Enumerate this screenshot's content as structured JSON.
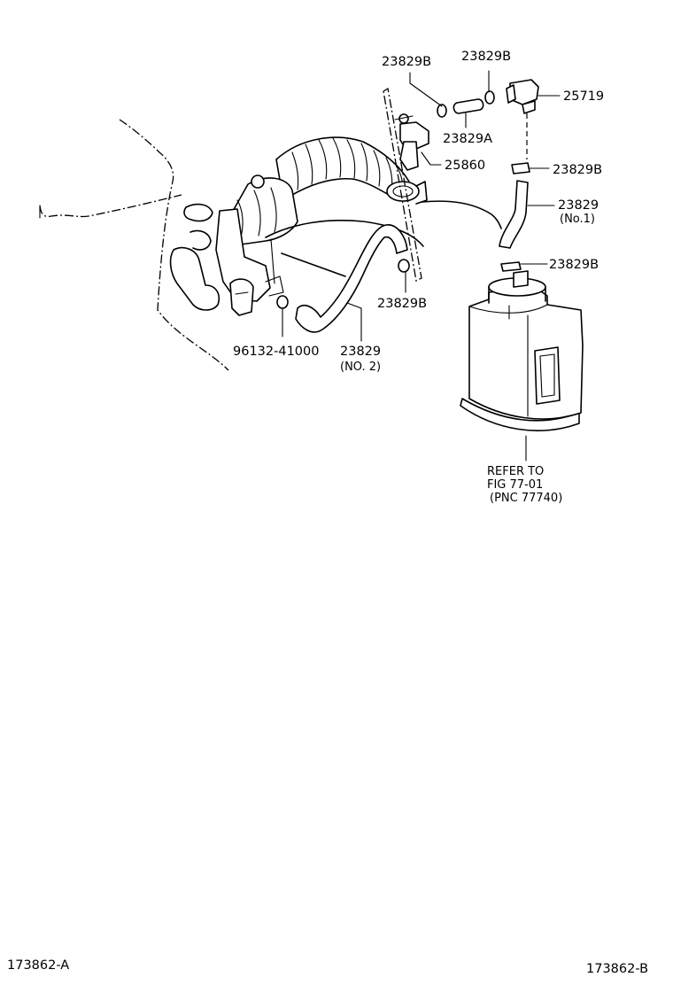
{
  "callouts": {
    "clip_top_left": "23829B",
    "clip_top_right": "23829B",
    "vsv": "25719",
    "hose_a": "23829A",
    "valve": "25860",
    "clip_right_upper": "23829B",
    "hose_no1_part": "23829",
    "hose_no1_sub": "(No.1)",
    "clip_right_lower": "23829B",
    "clip_center": "23829B",
    "clamp_part": "96132-41000",
    "hose_no2_part": "23829",
    "hose_no2_sub": "(NO. 2)"
  },
  "canister_note": {
    "line1": "REFER TO",
    "line2": "FIG 77-01",
    "line3": "(PNC 77740)"
  },
  "footer": {
    "left_code": "173862-A",
    "right_code": "173862-B"
  }
}
